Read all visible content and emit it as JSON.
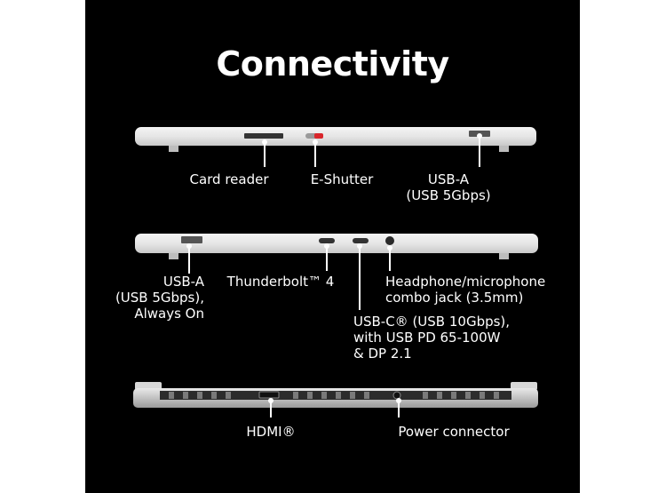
{
  "title": "Connectivity",
  "views": [
    {
      "name": "left-side",
      "ports": [
        {
          "id": "card-reader",
          "lines": [
            "Card reader"
          ]
        },
        {
          "id": "e-shutter",
          "lines": [
            "E-Shutter"
          ]
        },
        {
          "id": "usb-a-right",
          "lines": [
            "USB-A",
            "(USB 5Gbps)"
          ]
        }
      ]
    },
    {
      "name": "right-side",
      "ports": [
        {
          "id": "usb-a-left",
          "lines": [
            "USB-A",
            "(USB 5Gbps),",
            "Always On"
          ]
        },
        {
          "id": "thunderbolt",
          "lines": [
            "Thunderbolt™ 4"
          ]
        },
        {
          "id": "headphone",
          "lines": [
            "Headphone/microphone",
            "combo jack (3.5mm)"
          ]
        },
        {
          "id": "usb-c",
          "lines": [
            "USB-C® (USB 10Gbps),",
            "with USB PD 65-100W",
            "& DP 2.1"
          ]
        }
      ]
    },
    {
      "name": "rear",
      "ports": [
        {
          "id": "hdmi",
          "lines": [
            "HDMI®"
          ]
        },
        {
          "id": "power",
          "lines": [
            "Power connector"
          ]
        }
      ]
    }
  ],
  "colors": {
    "background": "#000000",
    "text": "#ffffff",
    "laptop": "#e3e3e3",
    "shutter": "#d9262b"
  }
}
